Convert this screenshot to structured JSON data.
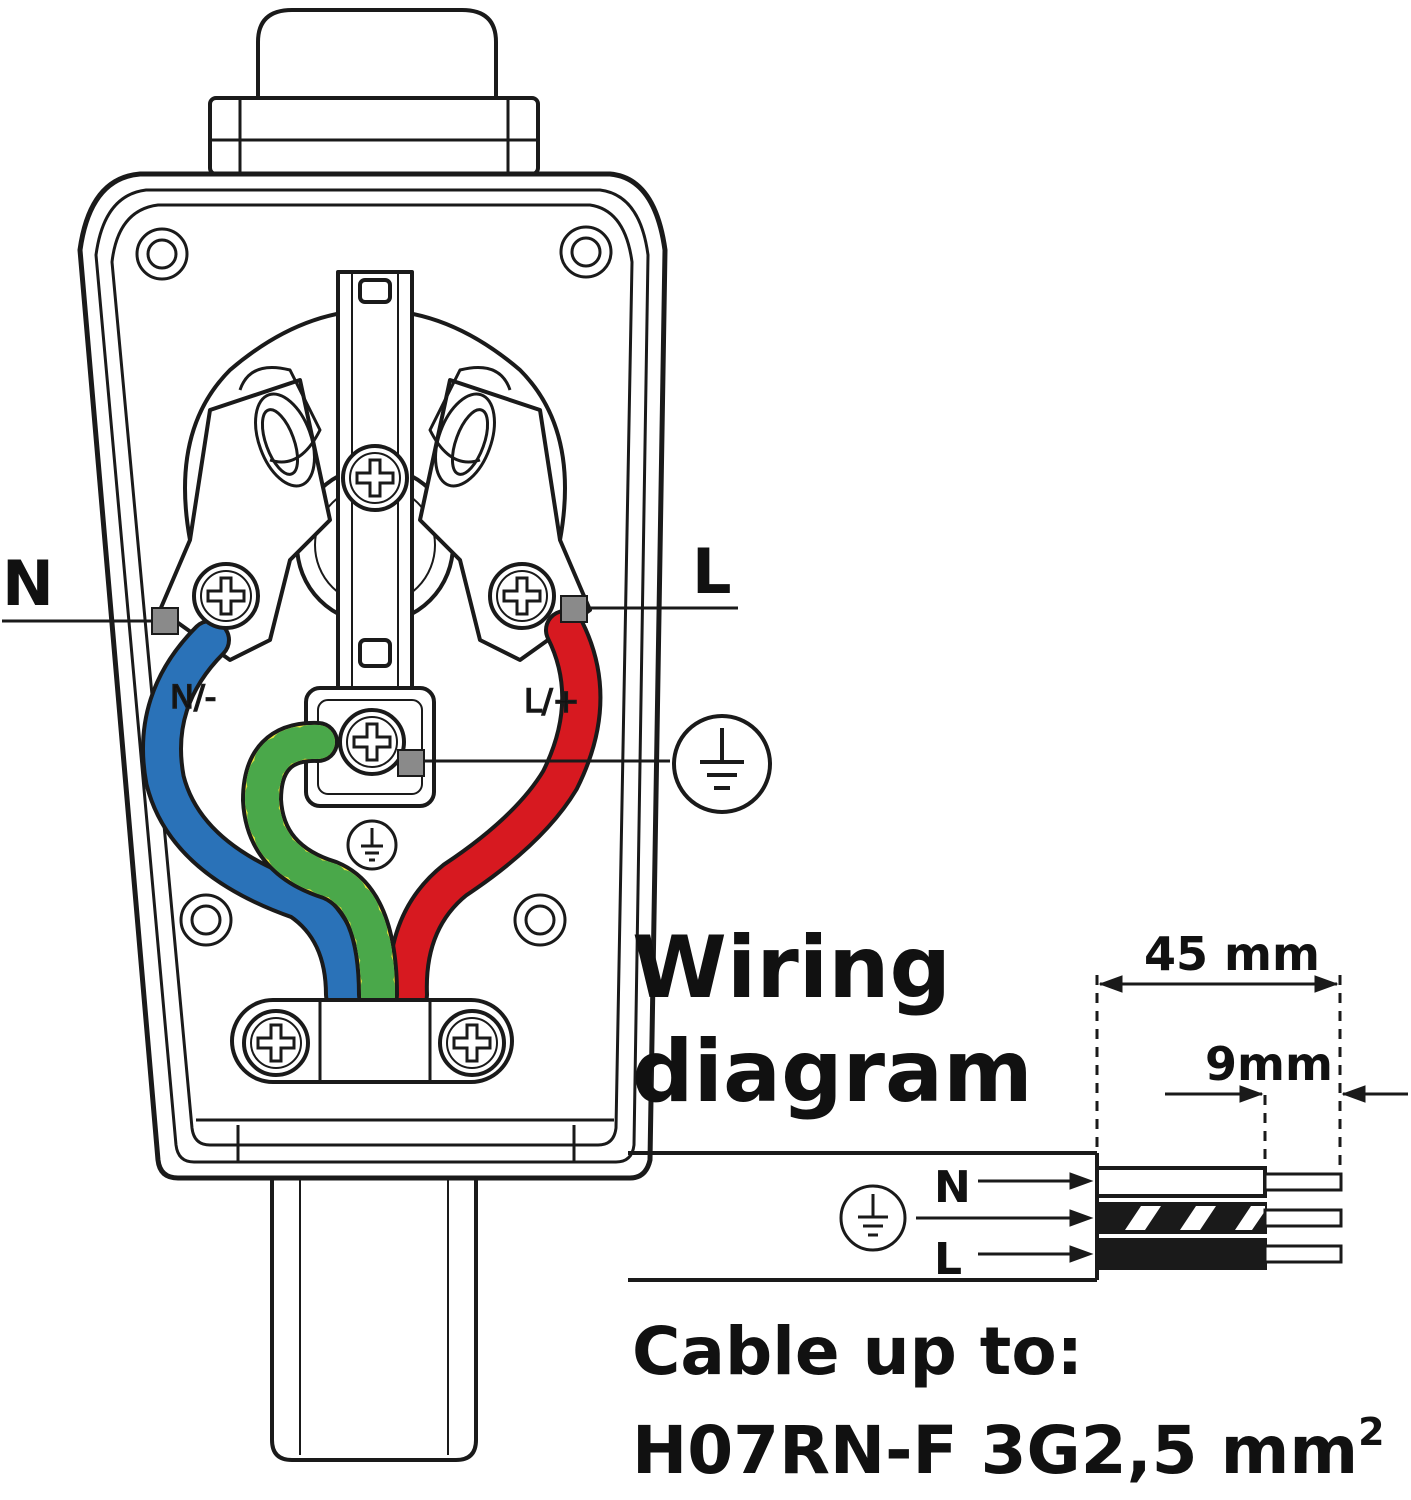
{
  "diagram": {
    "terminal_labels": {
      "neutral": "N",
      "live": "L",
      "neutral_marking": "N/-",
      "live_marking": "L/+"
    },
    "title_line_1": "Wiring",
    "title_line_2": "diagram",
    "strip_lengths": {
      "sheath": "45 mm",
      "conductor": "9mm"
    },
    "cable_labels": {
      "neutral": "N",
      "live": "L"
    },
    "cable_spec_line_1": "Cable up to:",
    "cable_spec_line_2": "H07RN-F 3G2,5 mm",
    "cable_spec_sup": "2",
    "colors": {
      "neutral_wire": "#2a72b8",
      "live_wire": "#d71920",
      "earth_wire_green": "#4aa84a",
      "earth_wire_yellow": "#ece53a",
      "terminal_marker": "#8a8a8a",
      "outline": "#1a1a1a"
    },
    "icons": [
      "earth-symbol-icon",
      "screw-icon"
    ]
  }
}
